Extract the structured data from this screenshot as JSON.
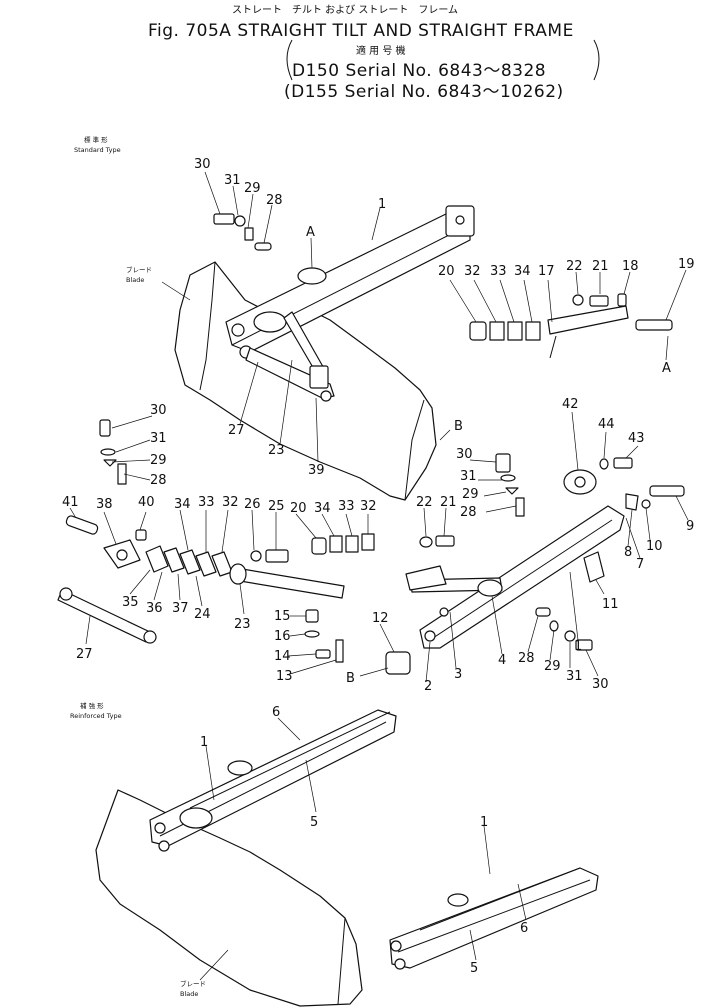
{
  "header": {
    "kana_title": "ストレート　チルト および ストレート　フレーム",
    "title": "Fig. 705A  STRAIGHT TILT AND STRAIGHT FRAME",
    "applicable_label": "適 用 号 機",
    "serial_1": "D150  Serial  No. 6843～8328",
    "serial_2": "(D155  Serial  No. 6843～10262)"
  },
  "sections": {
    "standard_jp": "標 準 形",
    "standard_en": "Standard  Type",
    "reinforced_jp": "補 強 形",
    "reinforced_en": "Reinforced  Type"
  },
  "blade_labels": {
    "blade_jp": "ブレード",
    "blade_en": "Blade"
  },
  "view_markers": [
    "A",
    "A",
    "B",
    "B"
  ],
  "callouts": [
    "1",
    "2",
    "3",
    "4",
    "5",
    "6",
    "7",
    "8",
    "9",
    "10",
    "11",
    "12",
    "13",
    "14",
    "15",
    "16",
    "17",
    "18",
    "19",
    "20",
    "21",
    "22",
    "23",
    "24",
    "25",
    "26",
    "27",
    "28",
    "29",
    "30",
    "31",
    "32",
    "33",
    "34",
    "35",
    "36",
    "37",
    "38",
    "39",
    "40",
    "41",
    "42",
    "43",
    "44"
  ]
}
